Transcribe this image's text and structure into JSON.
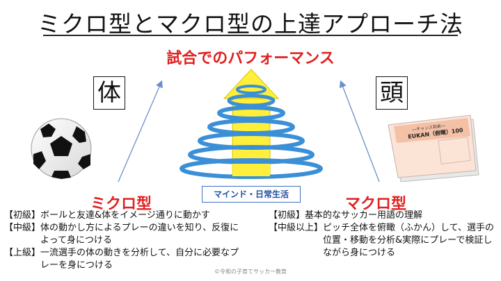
{
  "title": "ミクロ型とマクロ型の上達アプローチ法",
  "performance_label": "試合でのパフォーマンス",
  "left_box": "体",
  "right_box": "頭",
  "center_tag": "マインド・日常生活",
  "micro": {
    "title": "ミクロ型",
    "items": [
      {
        "level": "【初級】",
        "text": "ボールと友達&体をイメージ通りに動かす"
      },
      {
        "level": "【中級】",
        "text": "体の動かし方によるプレーの違いを知り、反復によって身につける"
      },
      {
        "level": "【上級】",
        "text": "一流選手の体の動きを分析して、自分に必要なプレーを身につける"
      }
    ]
  },
  "macro": {
    "title": "マクロ型",
    "items": [
      {
        "level": "【初級】",
        "text": "基本的なサッカー用語の理解"
      },
      {
        "level": "【中級以上】",
        "text": "ピッチ全体を俯瞰（ふかん）して、選手の位置・移動を分析&実際にプレーで検証しながら身につける"
      }
    ]
  },
  "book": {
    "subtitle": "―チャンス到来―",
    "title": "EUKAN（俯瞰）100"
  },
  "credit": "©令和の子育てサッカー教育",
  "colors": {
    "accent_red": "#e0201f",
    "spiral_blue": "#3a8fd6",
    "arrow_yellow": "#ffef3a",
    "tag_blue": "#3d6fc4"
  },
  "icons": [
    "soccer-ball-icon",
    "book-icon",
    "spiral-arrow-icon"
  ]
}
